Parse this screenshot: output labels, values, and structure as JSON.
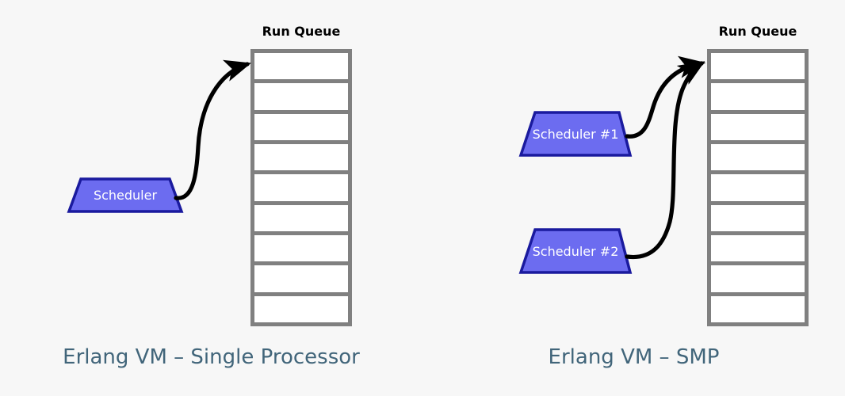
{
  "background_color": "#f7f7f7",
  "colors": {
    "scheduler_fill": "#6c6cf0",
    "scheduler_stroke": "#1a1a9e",
    "scheduler_text": "#ffffff",
    "queue_border": "#808080",
    "queue_fill": "#ffffff",
    "arrow": "#000000",
    "caption_text": "#41657a",
    "queue_title_text": "#000000"
  },
  "panels": [
    {
      "id": "single-processor",
      "caption": "Erlang VM – Single Processor",
      "queue": {
        "title": "Run Queue",
        "cell_count": 9,
        "cells": [
          "",
          "",
          "",
          "",
          "",
          "",
          "",
          "",
          ""
        ]
      },
      "schedulers": [
        {
          "label": "Scheduler"
        }
      ],
      "arrows": [
        {
          "from": "Scheduler",
          "to": "Run Queue",
          "head": "arrowhead"
        }
      ]
    },
    {
      "id": "smp",
      "caption": "Erlang VM – SMP",
      "queue": {
        "title": "Run Queue",
        "cell_count": 9,
        "cells": [
          "",
          "",
          "",
          "",
          "",
          "",
          "",
          "",
          ""
        ]
      },
      "schedulers": [
        {
          "label": "Scheduler #1"
        },
        {
          "label": "Scheduler #2"
        }
      ],
      "arrows": [
        {
          "from": "Scheduler #1",
          "to": "Run Queue",
          "head": "arrowhead"
        },
        {
          "from": "Scheduler #2",
          "to": "Run Queue",
          "head": "arrowhead"
        }
      ]
    }
  ]
}
